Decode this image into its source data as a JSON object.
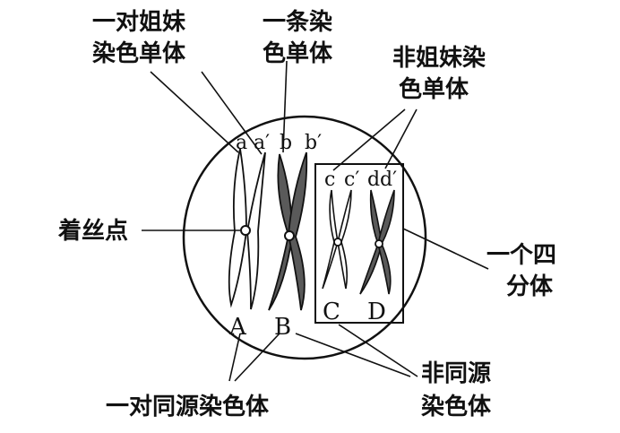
{
  "labels": {
    "sister_chromatids": [
      "一对姐妹",
      "染色单体"
    ],
    "one_chromatid": [
      "一条染",
      "色单体"
    ],
    "non_sister_chromatids": [
      "非姐妹染",
      "色单体"
    ],
    "centromere": "着丝点",
    "tetrad": [
      "一个四",
      "分体"
    ],
    "non_homologous": [
      "非同源",
      "染色体"
    ],
    "homologous_pair": "一对同源染色体"
  },
  "chromatid_letters": {
    "a": "a",
    "a_prime": "a′",
    "b": "b",
    "b_prime": "b′",
    "c": "c",
    "c_prime": "c′",
    "d": "d",
    "d_prime": "d′"
  },
  "chromosome_letters": {
    "A": "A",
    "B": "B",
    "C": "C",
    "D": "D"
  },
  "colors": {
    "ink": "#111111",
    "light_chromatid": "#ffffff",
    "dark_chromatid": "#5a5a5a"
  }
}
